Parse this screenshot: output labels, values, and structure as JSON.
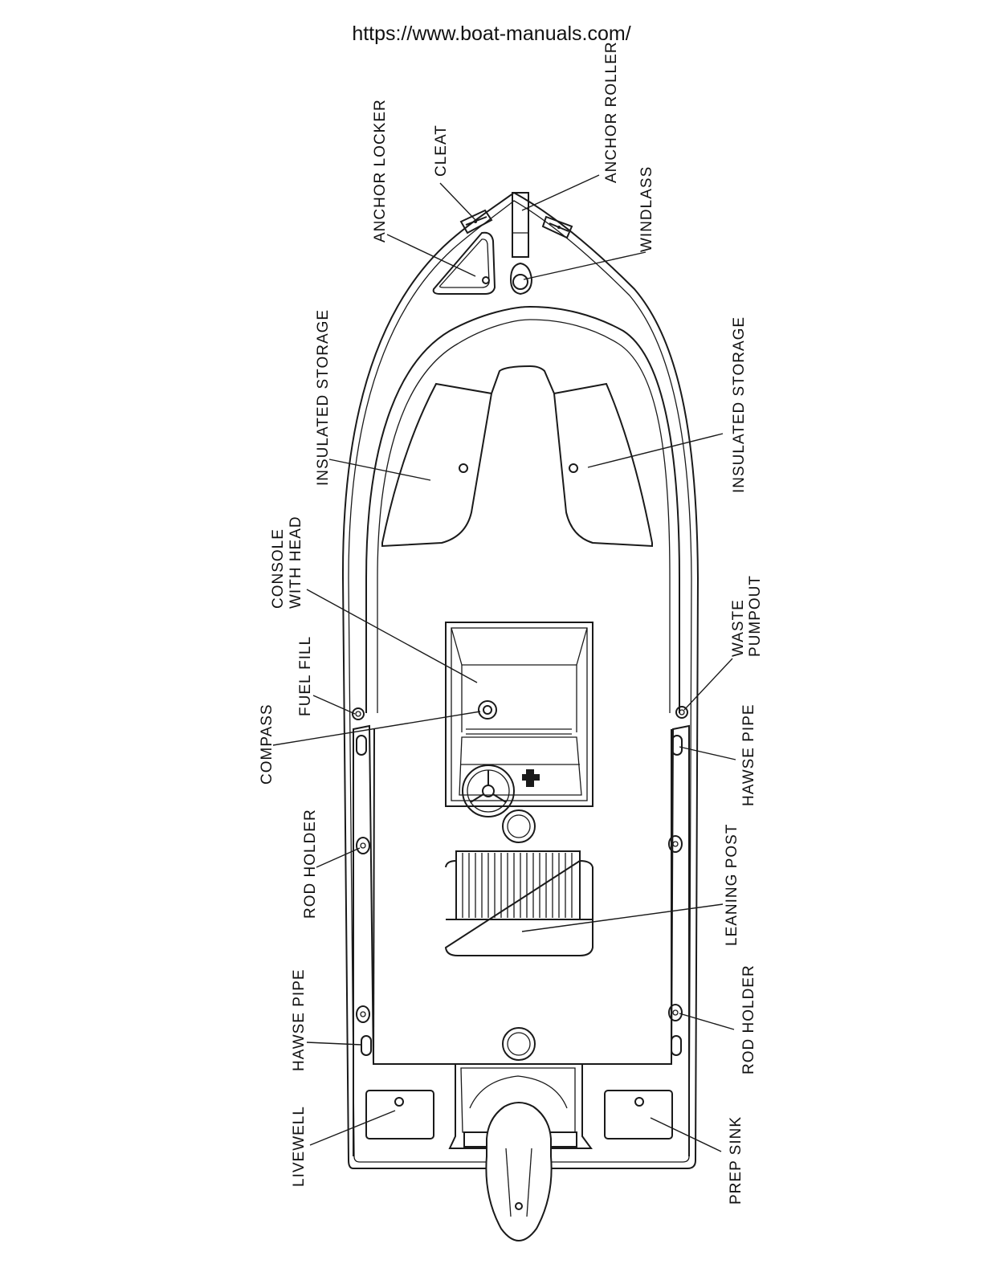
{
  "header": {
    "url": "https://www.boat-manuals.com/"
  },
  "labels": {
    "anchor_locker": "ANCHOR LOCKER",
    "cleat": "CLEAT",
    "anchor_roller": "ANCHOR ROLLER",
    "windlass": "WINDLASS",
    "insulated_storage_port": "INSULATED STORAGE",
    "insulated_storage_starboard": "INSULATED STORAGE",
    "console_with_head_line1": "CONSOLE",
    "console_with_head_line2": "WITH HEAD",
    "fuel_fill": "FUEL FILL",
    "compass": "COMPASS",
    "waste_pumpout_line1": "WASTE",
    "waste_pumpout_line2": "PUMPOUT",
    "hawse_pipe_starboard_fwd": "HAWSE PIPE",
    "rod_holder_port": "ROD HOLDER",
    "leaning_post": "LEANING POST",
    "hawse_pipe_port_aft": "HAWSE PIPE",
    "rod_holder_starboard": "ROD HOLDER",
    "livewell": "LIVEWELL",
    "prep_sink": "PREP SINK"
  }
}
